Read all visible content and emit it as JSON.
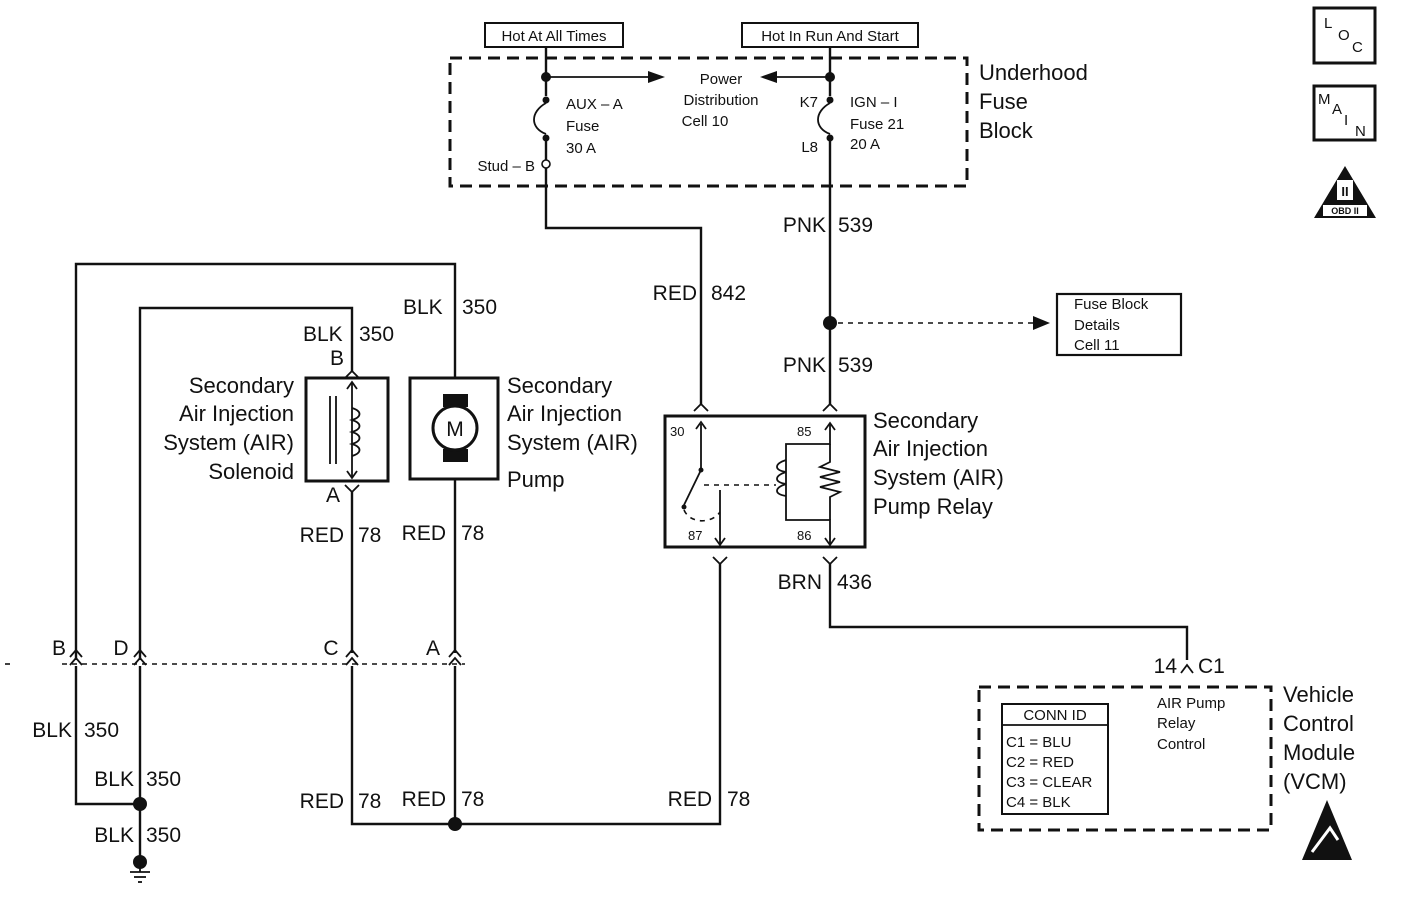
{
  "power_labels": {
    "hot_at_all_times": "Hot At All Times",
    "hot_in_run_and_start": "Hot In Run And Start"
  },
  "underhood_fuse_block": {
    "title_lines": [
      "Underhood",
      "Fuse",
      "Block"
    ],
    "aux_fuse": {
      "name": "AUX – A",
      "type": "Fuse",
      "rating": "30 A",
      "terminal": "Stud – B"
    },
    "ign_fuse": {
      "name": "IGN – I",
      "type": "Fuse 21",
      "rating": "20 A",
      "terminal_top": "K7",
      "terminal_bottom": "L8"
    },
    "power_distribution": [
      "Power",
      "Distribution",
      "Cell 10"
    ]
  },
  "reference_icons": {
    "loc": [
      "L",
      "O",
      "C"
    ],
    "main": [
      "M",
      "A",
      "I",
      "N"
    ],
    "obd": {
      "numeral": "II",
      "caption": "OBD II"
    }
  },
  "fuse_block_details": [
    "Fuse Block",
    "Details",
    "Cell 11"
  ],
  "wires": {
    "pnk_539": {
      "color": "PNK",
      "circuit": "539"
    },
    "red_842": {
      "color": "RED",
      "circuit": "842"
    },
    "brn_436": {
      "color": "BRN",
      "circuit": "436"
    },
    "blk_350": {
      "color": "BLK",
      "circuit": "350"
    },
    "red_78": {
      "color": "RED",
      "circuit": "78"
    }
  },
  "relay": {
    "title_lines": [
      "Secondary",
      "Air Injection",
      "System (AIR)",
      "Pump Relay"
    ],
    "pins": {
      "p30": "30",
      "p85": "85",
      "p87": "87",
      "p86": "86"
    }
  },
  "solenoid": {
    "title_lines": [
      "Secondary",
      "Air Injection",
      "System (AIR)",
      "Solenoid"
    ],
    "pin_b": "B",
    "pin_a": "A"
  },
  "pump": {
    "title_lines": [
      "Secondary",
      "Air Injection",
      "System (AIR)",
      "Pump"
    ],
    "motor": "M"
  },
  "connector": {
    "pins": {
      "b": "B",
      "d": "D",
      "c": "C",
      "a": "A"
    }
  },
  "vcm": {
    "title_lines": [
      "Vehicle",
      "Control",
      "Module",
      "(VCM)"
    ],
    "pin": "14",
    "conn": "C1",
    "signal_lines": [
      "AIR Pump",
      "Relay",
      "Control"
    ],
    "conn_id": {
      "title": "CONN ID",
      "rows": [
        "C1 = BLU",
        "C2 = RED",
        "C3 = CLEAR",
        "C4 = BLK"
      ]
    }
  }
}
